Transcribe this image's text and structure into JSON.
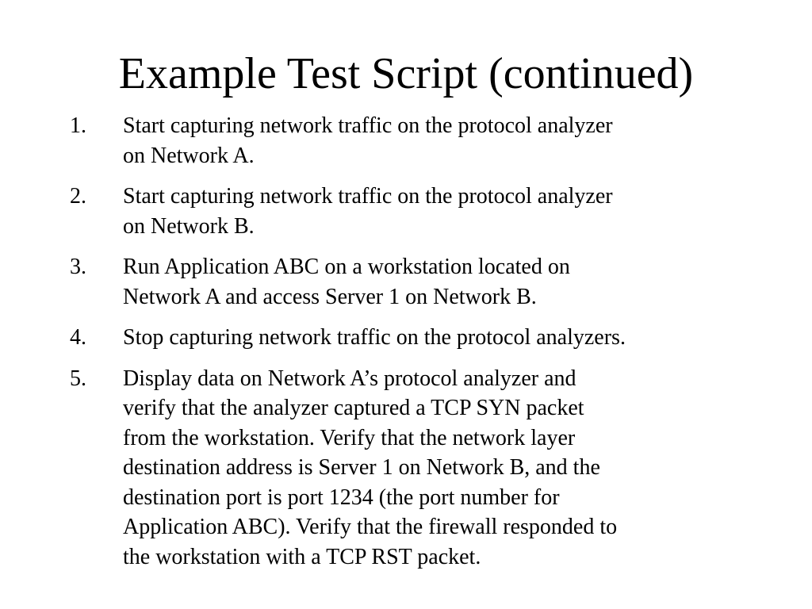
{
  "title": "Example Test Script (continued)",
  "items": [
    {
      "num": "1.",
      "lines": [
        "Start capturing network traffic on the protocol analyzer",
        "on Network A."
      ]
    },
    {
      "num": "2.",
      "lines": [
        "Start capturing network traffic on the protocol analyzer",
        "on Network B."
      ]
    },
    {
      "num": "3.",
      "lines": [
        "Run Application ABC on a workstation located on",
        "Network A and access Server 1 on Network B."
      ]
    },
    {
      "num": "4.",
      "lines": [
        "Stop capturing network traffic on the protocol analyzers."
      ]
    },
    {
      "num": "5.",
      "lines": [
        "Display data on Network A’s protocol analyzer and",
        "verify that the analyzer captured a TCP SYN packet",
        "from the workstation. Verify that the network layer",
        "destination address is Server 1 on Network B, and the",
        "destination port is port 1234 (the port number for",
        "Application ABC). Verify that the firewall responded to",
        "the workstation with a TCP RST packet."
      ]
    }
  ]
}
